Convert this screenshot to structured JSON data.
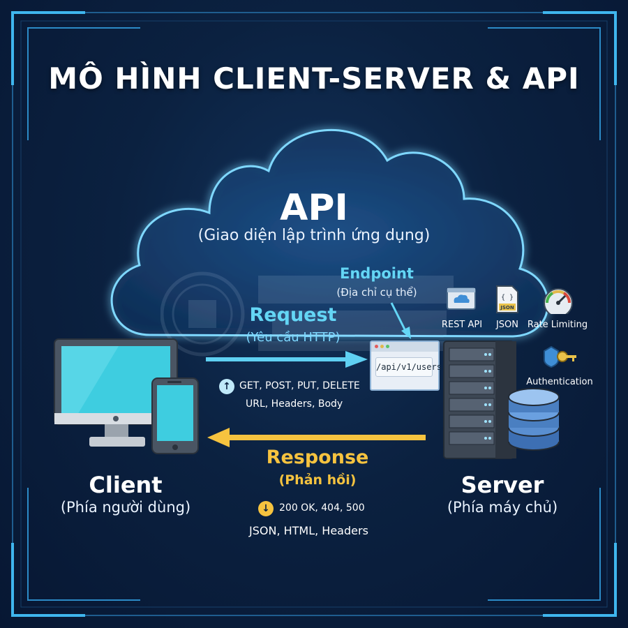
{
  "title": "MÔ HÌNH CLIENT-SERVER & API",
  "api": {
    "title": "API",
    "subtitle": "(Giao diện lập trình ứng dụng)"
  },
  "endpoint": {
    "label": "Endpoint",
    "sublabel": "(Địa chỉ cụ thể)",
    "url": "/api/v1/users"
  },
  "request": {
    "label": "Request",
    "sublabel": "(Yêu cầu HTTP)",
    "details": [
      "GET, POST, PUT, DELETE",
      "URL, Headers, Body"
    ]
  },
  "response": {
    "label": "Response",
    "sublabel": "(Phản hồi)",
    "details": [
      "200 OK, 404, 500",
      "JSON, HTML, Headers"
    ]
  },
  "client": {
    "label": "Client",
    "sublabel": "(Phía người dùng)"
  },
  "server": {
    "label": "Server",
    "sublabel": "(Phía máy chủ)"
  },
  "features": [
    {
      "label": "REST API",
      "icon": "cloud-api-icon"
    },
    {
      "label": "JSON",
      "icon": "json-file-icon"
    },
    {
      "label": "Rate Limiting",
      "icon": "speedometer-icon"
    },
    {
      "label": "Authentication",
      "icon": "key-icon"
    }
  ],
  "colors": {
    "accent_cyan": "#64d6f5",
    "accent_yellow": "#f6c33f",
    "background": "#0b2140"
  }
}
